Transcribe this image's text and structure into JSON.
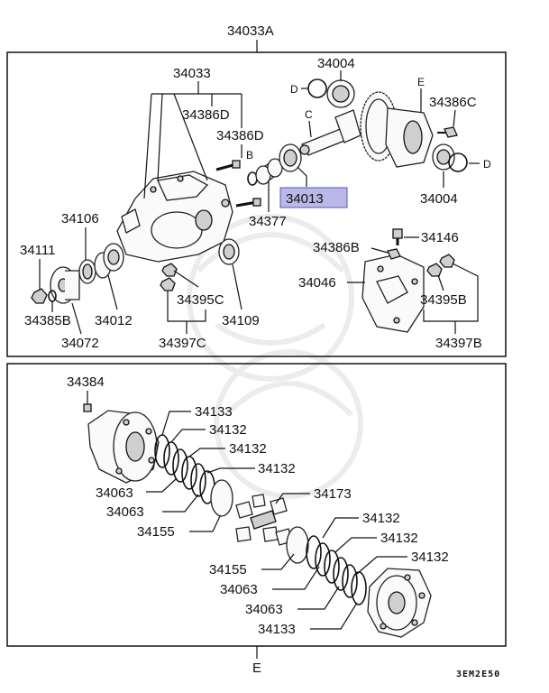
{
  "top_label": "34033A",
  "bottom_label": "E",
  "diagram_code": "3EM2E50",
  "highlight_color": "#b9b8e8",
  "upper_labels": {
    "l34033": "34033",
    "l34386D_a": "34386D",
    "l34386D_b": "34386D",
    "l34004_top": "34004",
    "l34386C": "34386C",
    "l34013": "34013",
    "l34377": "34377",
    "l34004_right": "34004",
    "l34106": "34106",
    "l34111": "34111",
    "l34385B": "34385B",
    "l34012": "34012",
    "l34072": "34072",
    "l34395C": "34395C",
    "l34109": "34109",
    "l34397C": "34397C",
    "l34386B": "34386B",
    "l34146": "34146",
    "l34046": "34046",
    "l34395B": "34395B",
    "l34397B": "34397B",
    "ref_D1": "D",
    "ref_D2": "D",
    "ref_C": "C",
    "ref_E": "E",
    "ref_B": "B"
  },
  "lower_labels": {
    "l34384": "34384",
    "l34133_a": "34133",
    "l34132_a": "34132",
    "l34132_b": "34132",
    "l34132_c": "34132",
    "l34063_a": "34063",
    "l34063_b": "34063",
    "l34173": "34173",
    "l34155_a": "34155",
    "l34132_d": "34132",
    "l34132_e": "34132",
    "l34132_f": "34132",
    "l34155_b": "34155",
    "l34063_c": "34063",
    "l34063_d": "34063",
    "l34133_b": "34133"
  }
}
